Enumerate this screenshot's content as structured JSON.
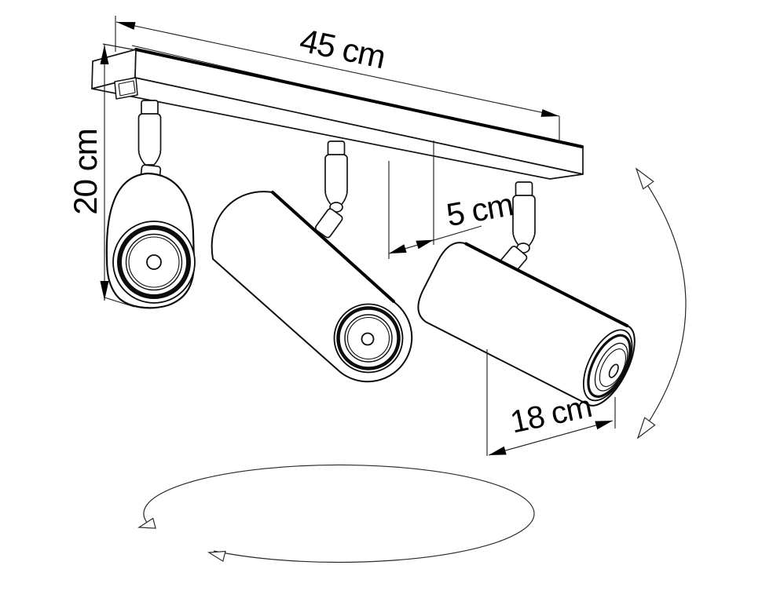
{
  "labels": {
    "rail_width": "45 cm",
    "mounting_height": "20 cm",
    "stem_offset": "5 cm",
    "spot_length": "18 cm"
  },
  "colors": {
    "line": "#1a1a1a",
    "bold_edge": "#000000",
    "background": "#ffffff"
  },
  "icons": {
    "tilt_arrow": "double-headed-arc-arrow",
    "pan_arrow": "elliptical-rotation-arrow",
    "dimension_arrow": "filled-triangle-arrowhead"
  }
}
